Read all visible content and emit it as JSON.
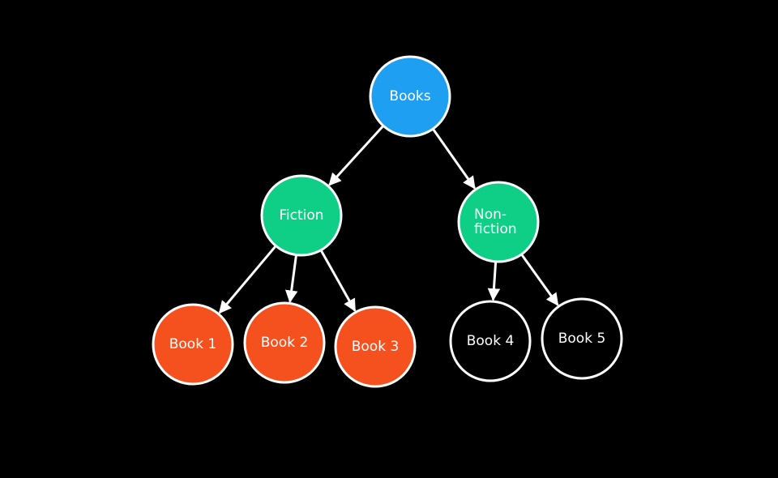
{
  "diagram": {
    "background": "#000000",
    "edge_color": "#ffffff",
    "node_stroke": "#ffffff",
    "nodes": [
      {
        "id": "books",
        "lines": [
          "Books"
        ],
        "fill": "#1e9ff2"
      },
      {
        "id": "fiction",
        "lines": [
          "Fiction"
        ],
        "fill": "#0fcf86"
      },
      {
        "id": "nonfiction",
        "lines": [
          "Non-",
          "fiction"
        ],
        "fill": "#0fcf86"
      },
      {
        "id": "book1",
        "lines": [
          "Book 1"
        ],
        "fill": "#f4511e"
      },
      {
        "id": "book2",
        "lines": [
          "Book 2"
        ],
        "fill": "#f4511e"
      },
      {
        "id": "book3",
        "lines": [
          "Book 3"
        ],
        "fill": "#f4511e"
      },
      {
        "id": "book4",
        "lines": [
          "Book 4"
        ],
        "fill": "#000000"
      },
      {
        "id": "book5",
        "lines": [
          "Book 5"
        ],
        "fill": "#000000"
      }
    ],
    "edges": [
      {
        "from": "books",
        "to": "fiction"
      },
      {
        "from": "books",
        "to": "nonfiction"
      },
      {
        "from": "fiction",
        "to": "book1"
      },
      {
        "from": "fiction",
        "to": "book2"
      },
      {
        "from": "fiction",
        "to": "book3"
      },
      {
        "from": "nonfiction",
        "to": "book4"
      },
      {
        "from": "nonfiction",
        "to": "book5"
      }
    ]
  }
}
